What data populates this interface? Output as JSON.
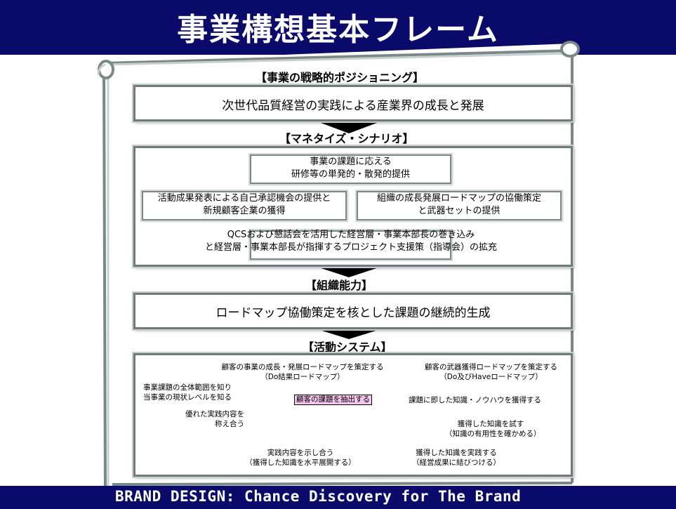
{
  "title": "事業構想基本フレーム",
  "footer": "BRAND DESIGN: Chance Discovery for The Brand",
  "sections": {
    "positioning": {
      "label": "【事業の戦略的ポジショニング】",
      "box": "次世代品質経営の実践による産業界の成長と発展"
    },
    "monetize": {
      "label": "【マネタイズ・シナリオ】",
      "top": [
        "事業の課題に応える",
        "研修等の単発的・散発的提供"
      ],
      "left": [
        "活動成果発表による自己承認機会の提供と",
        "新規顧客企業の獲得"
      ],
      "right": [
        "組織の成長発展ロードマップの協働策定",
        "と武器セットの提供"
      ],
      "bottom": [
        "QCSおよび懇話会を活用した経営層・事業本部長の巻き込み",
        "と経営層・事業本部長が指揮するプロジェクト支援策（指導会）の拡充"
      ]
    },
    "capability": {
      "label": "【組織能力】",
      "box": "ロードマップ協働策定を核とした課題の継続的生成"
    },
    "activity": {
      "label": "【活動システム】",
      "center": "顧客の課題を抽出する",
      "n_top": [
        "顧客の事業の成長・発展ロードマップを策定する",
        "（Do結果ロードマップ）"
      ],
      "n_topright": [
        "顧客の武器獲得ロードマップを策定する",
        "（Do及びHaveロードマップ）"
      ],
      "n_right": "課題に即した知識・ノウハウを獲得する",
      "n_test": [
        "獲得した知識を試す",
        "（知識の有用性を確かめる）"
      ],
      "n_practice": [
        "獲得した知識を実践する",
        "（経営成果に結びつける）"
      ],
      "n_show": [
        "実践内容を示し合う",
        "（獲得した知識を水平展開する）"
      ],
      "n_praise": [
        "優れた実践内容を",
        "称え合う"
      ],
      "n_scope": [
        "事業課題の全体範囲を知り",
        "当事業の現状レベルを知る"
      ]
    }
  }
}
